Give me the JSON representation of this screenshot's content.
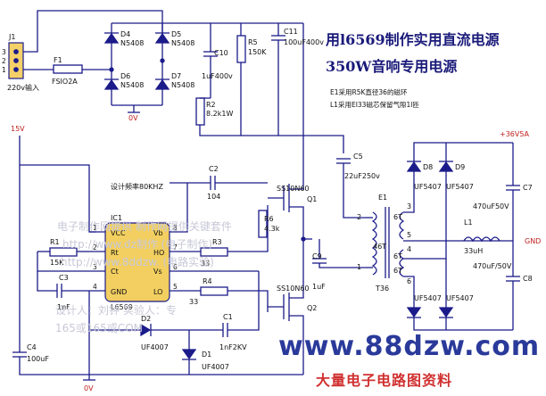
{
  "title": "用l6569制作实用直流电源",
  "subtitle": "350W音响专用电源",
  "notes": [
    "E1采用R5K直径36的磁环",
    "L1采用EI33磁芯保留气隙1l匝"
  ],
  "freq_label": "设计频率80KHZ",
  "watermark_lines": [
    "电子制作网提供  制作网提供关键套件",
    "http://www.dz制作 (电子制作)",
    "http://www.8ddzw. (电路实验)",
    "设计人：刘钟     实验人：专",
    "165或165或COM"
  ],
  "site_url": "www.88dzw.com",
  "site_sub": "大量电子电路图资料",
  "labels": {
    "j1": "J1",
    "j1p3": "3",
    "j1p2": "2",
    "j1p1": "1",
    "ac_in": "220v输入",
    "f1": "F1",
    "f1v": "FSIO2A",
    "d4": "D4",
    "d4v": "N5408",
    "d5": "D5",
    "d5v": "N5408",
    "d6": "D6",
    "d6v": "N5408",
    "d7": "D7",
    "d7v": "N5408",
    "c10": "C10",
    "c10v": "1uF400v",
    "r5": "R5",
    "r5v": "150K",
    "c11": "C11",
    "c11v": "100uF400v",
    "r2": "R2",
    "r2v": "8.2k1W",
    "gnd0v_a": "0V",
    "v15": "15V",
    "c2": "C2",
    "c2v": "104",
    "ic1": "IC1",
    "ic1v": "L6569",
    "pin_vcc": "VCC",
    "pin_rt": "Rt",
    "pin_ct": "Ct",
    "pin_gnd": "GND",
    "pin_vb": "Vb",
    "pin_ho": "HO",
    "pin_vs": "Vs",
    "pin_lo": "LO",
    "pn1": "1",
    "pn2": "2",
    "pn3": "3",
    "pn4": "4",
    "pn5": "5",
    "pn6": "6",
    "pn7": "7",
    "pn8": "8",
    "r1": "R1",
    "r1v": "15K",
    "c3": "C3",
    "c3v": "1nF",
    "r3": "R3",
    "r3v": "33",
    "r4": "R4",
    "r4v": "33",
    "r6": "R6",
    "r6v": "4.3k",
    "q1": "SS10N60",
    "q1n": "Q1",
    "q2": "SS10N60",
    "q2n": "Q2",
    "c9": "C9",
    "c9v": "1uF",
    "c5": "C5",
    "c5v": "22uF250v",
    "e1": "E1",
    "t36": "T36",
    "t6a": "6T",
    "t46": "46T",
    "t6b": "6T",
    "t6c": "6T",
    "tn2": "2",
    "tn1": "1",
    "tn3": "3",
    "tn5": "5",
    "tn4": "4",
    "tn6": "6",
    "d8": "D8",
    "d8v": "UF5407",
    "d9": "D9",
    "d9v": "UF5407",
    "d10v": "UF5407",
    "d11v": "UF5407",
    "v36": "+36V5A",
    "c7": "C7",
    "c7v": "470uF50V",
    "l1": "L1",
    "l1v": "33uH",
    "gnd": "GND",
    "c8": "C8",
    "c8v": "470uF/50V",
    "d2": "D2",
    "d2v": "UF4007",
    "c1": "C1",
    "c1v": "1nF2KV",
    "d1": "D1",
    "d1v": "UF4007",
    "c4": "C4",
    "c4v": "100uF",
    "gnd0v_b": "0V"
  }
}
